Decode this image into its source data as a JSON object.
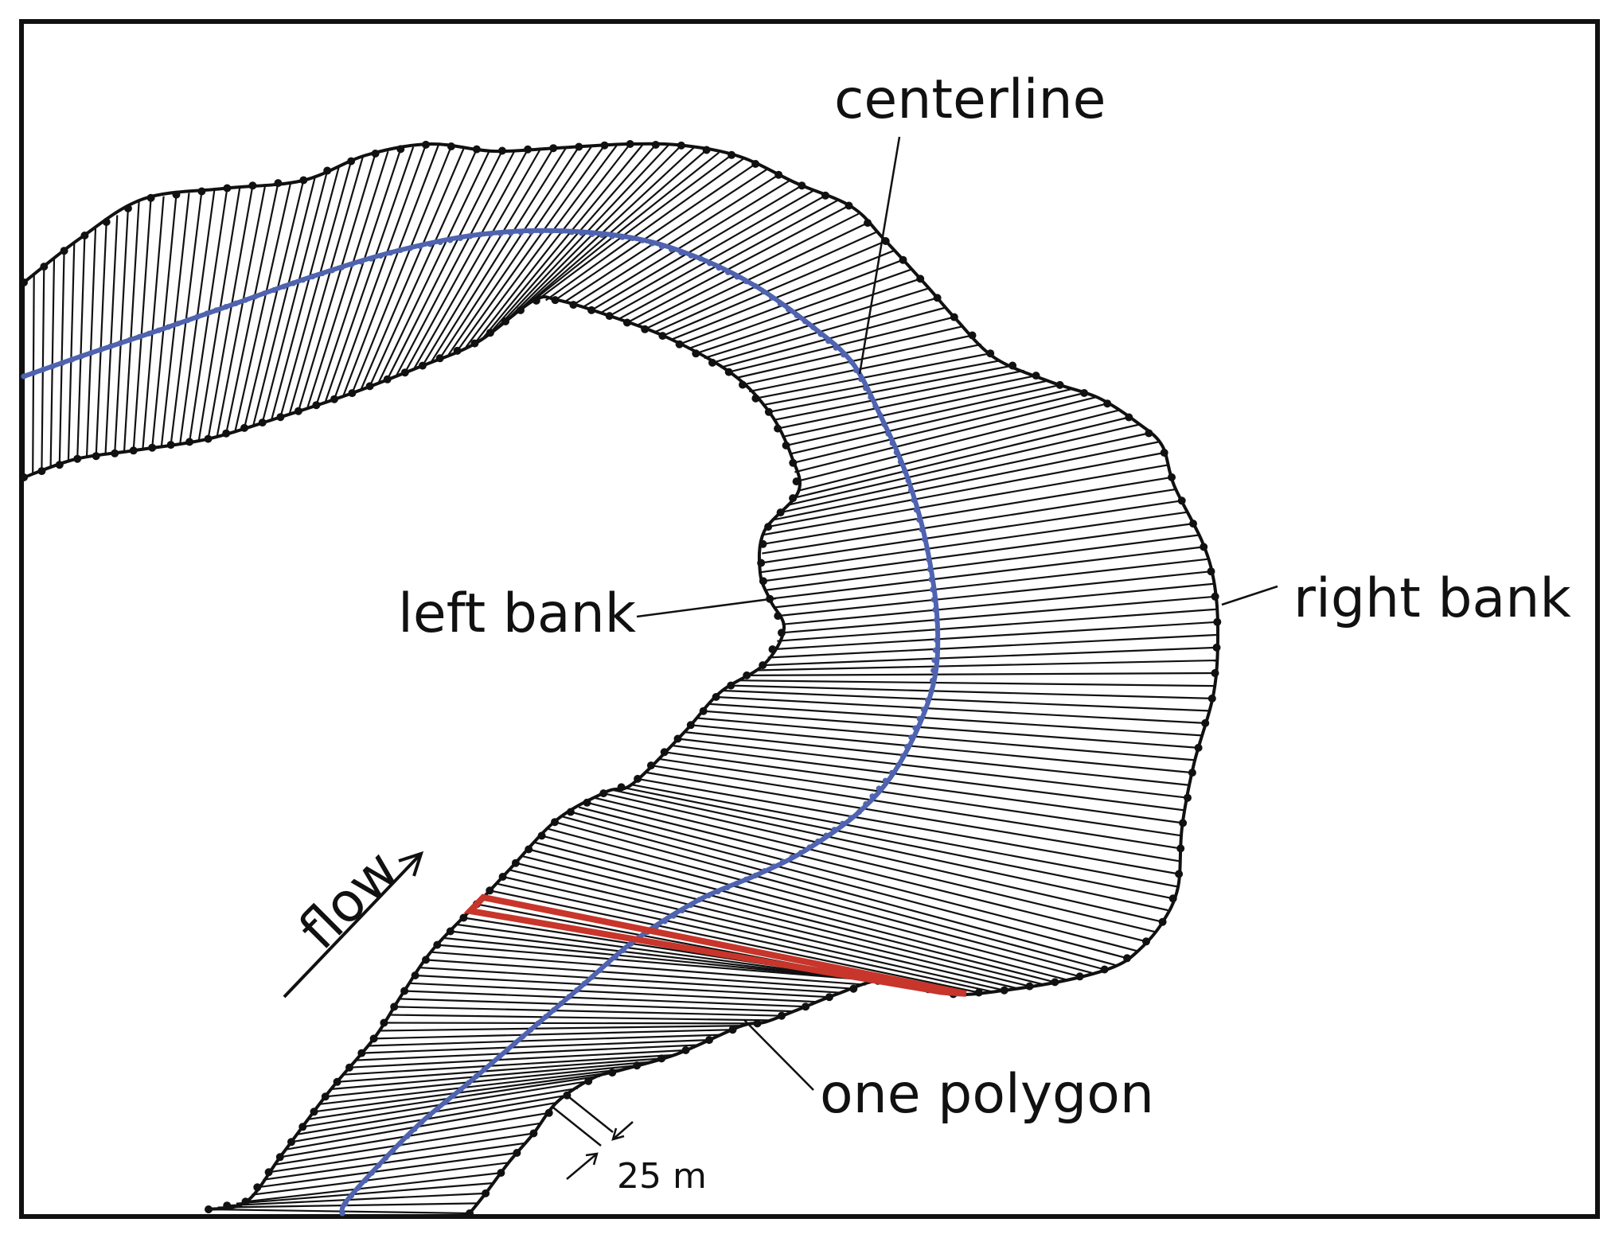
{
  "labels": {
    "centerline": "centerline",
    "left_bank": "left bank",
    "right_bank": "right bank",
    "one_polygon": "one polygon",
    "flow": "flow",
    "spacing": "25 m"
  },
  "colors": {
    "bank": "#111111",
    "centerline": "#4f63b0",
    "highlight": "#c8352b",
    "frame": "#111111"
  }
}
